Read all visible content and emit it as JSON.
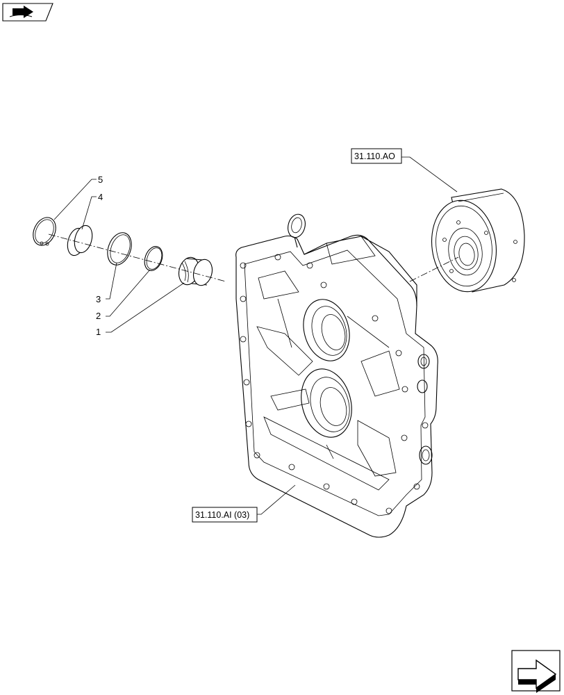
{
  "callouts": [
    "1",
    "2",
    "3",
    "4",
    "5"
  ],
  "references": {
    "top": "31.110.AO",
    "bottom": "31.110.AI (03)"
  },
  "icons": {
    "top_left": "book-arrow-icon",
    "bottom_right": "next-page-arrow-icon"
  }
}
